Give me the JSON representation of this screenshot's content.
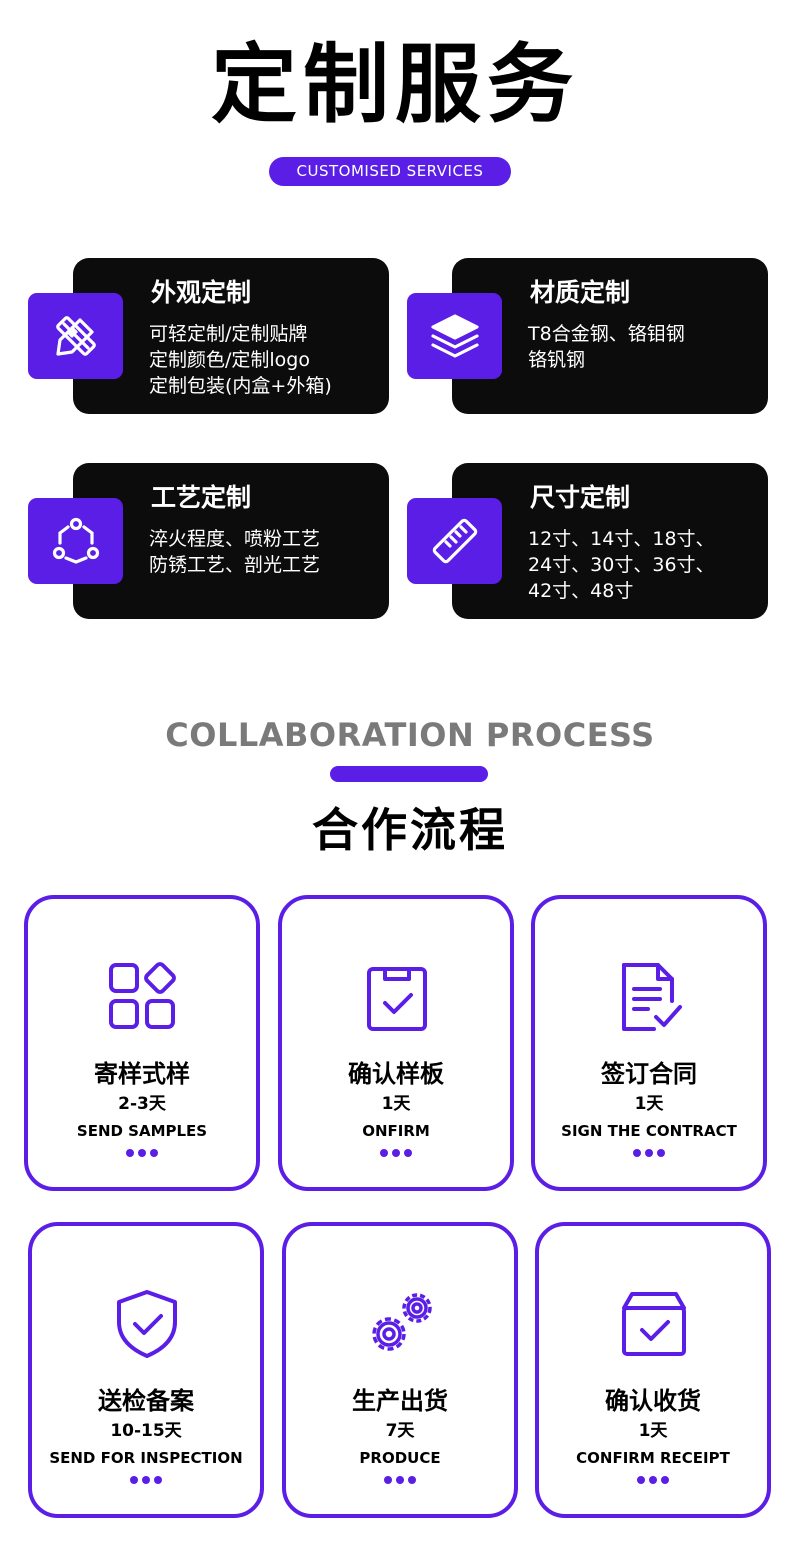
{
  "colors": {
    "accent": "#5a1ee6",
    "card_bg": "#0c0c0c",
    "english_heading": "#7a7a7a"
  },
  "header": {
    "title": "定制服务",
    "subtitle": "CUSTOMISED SERVICES"
  },
  "services": [
    {
      "icon": "pencil-ruler-icon",
      "title": "外观定制",
      "lines": [
        "可轻定制/定制贴牌",
        "定制颜色/定制logo",
        "定制包装(内盒+外箱)"
      ]
    },
    {
      "icon": "layers-icon",
      "title": "材质定制",
      "lines": [
        "T8合金钢、铬钼钢",
        "铬钒钢"
      ]
    },
    {
      "icon": "hexagon-nodes-icon",
      "title": "工艺定制",
      "lines": [
        "淬火程度、喷粉工艺",
        "防锈工艺、剖光工艺"
      ]
    },
    {
      "icon": "ruler-icon",
      "title": "尺寸定制",
      "lines": [
        "12寸、14寸、18寸、",
        "24寸、30寸、36寸、",
        "42寸、48寸"
      ]
    }
  ],
  "process": {
    "heading_en": "COLLABORATION PROCESS",
    "heading_cn": "合作流程",
    "steps": [
      {
        "icon": "grid-diamond-icon",
        "title": "寄样式样",
        "days": "2-3天",
        "en": "SEND SAMPLES"
      },
      {
        "icon": "clipboard-check-icon",
        "title": "确认样板",
        "days": "1天",
        "en": "ONFIRM"
      },
      {
        "icon": "document-check-icon",
        "title": "签订合同",
        "days": "1天",
        "en": "SIGN THE CONTRACT"
      },
      {
        "icon": "shield-check-icon",
        "title": "送检备案",
        "days": "10-15天",
        "en": "SEND FOR INSPECTION"
      },
      {
        "icon": "gears-icon",
        "title": "生产出货",
        "days": "7天",
        "en": "PRODUCE"
      },
      {
        "icon": "box-check-icon",
        "title": "确认收货",
        "days": "1天",
        "en": "CONFIRM RECEIPT"
      }
    ]
  }
}
